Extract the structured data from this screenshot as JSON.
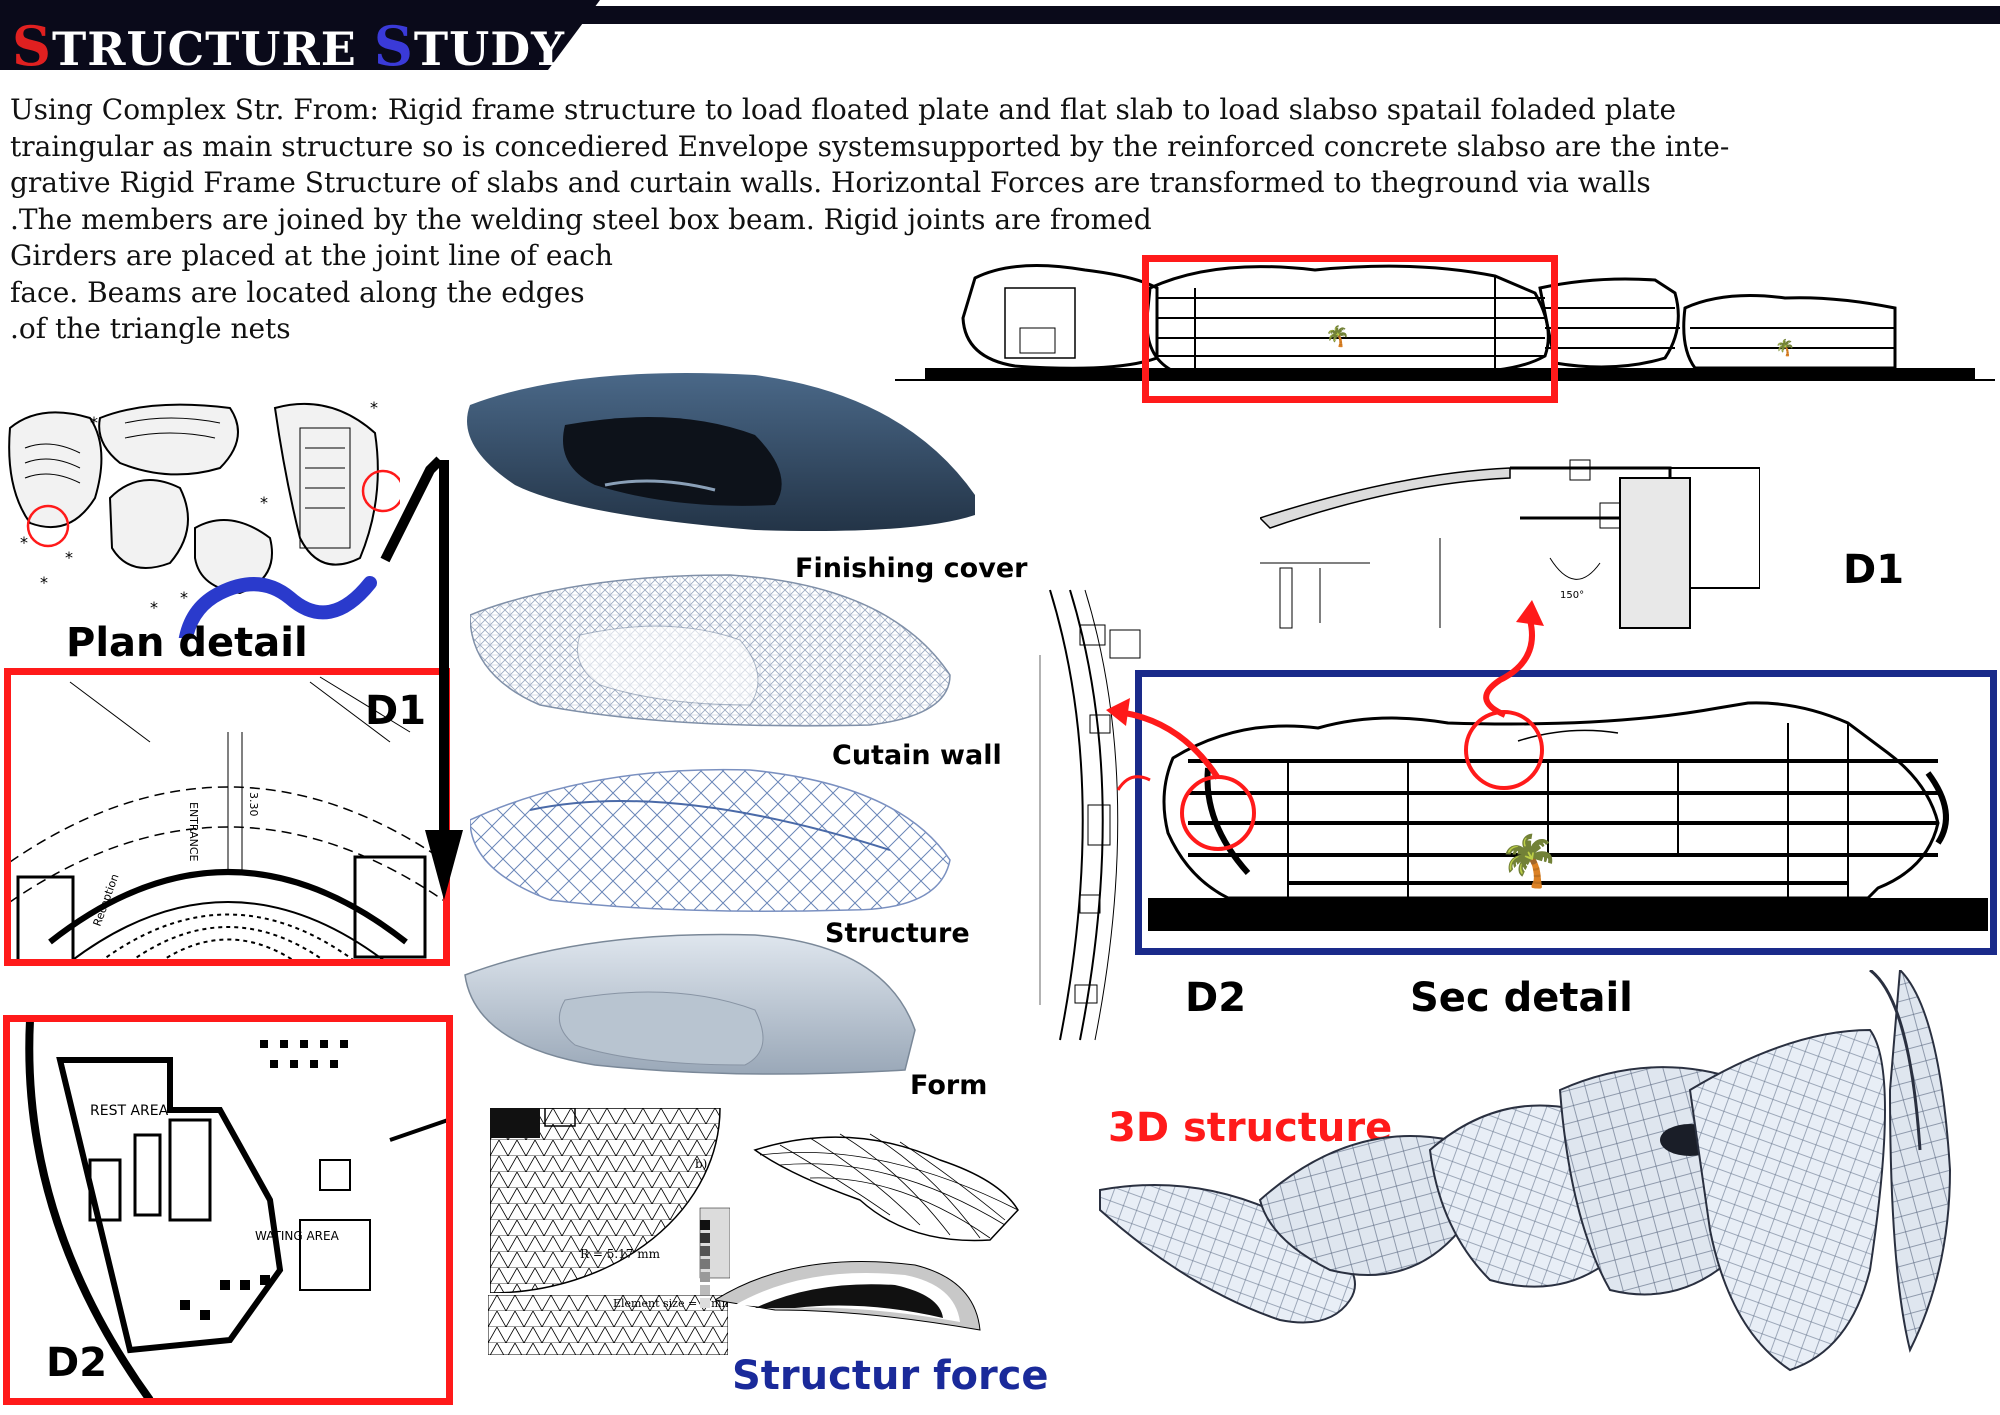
{
  "banner": {
    "title_cap1": "S",
    "title_mid1": "TRUCTURE ",
    "title_cap2": "S",
    "title_mid2": "TUDY"
  },
  "description": {
    "lines": [
      "Using Complex Str. From: Rigid frame structure to load floated plate and flat slab to load slabso spatail foladed plate",
      "traingular as main structure so is concediered Envelope systemsupported by the reinforced concrete slabso are the inte-",
      "grative Rigid Frame Structure of slabs and curtain walls. Horizontal Forces are transformed to theground via  walls",
      ".The members are joined by the welding steel box beam. Rigid joints are fromed"
    ],
    "short_lines": [
      "Girders are placed at the joint line of each",
      "face. Beams are located along the edges",
      ".of the triangle nets"
    ]
  },
  "labels": {
    "plan_detail": "Plan detail",
    "d1_plan": "D1",
    "d2_plan": "D2",
    "finishing_cover": "Finishing cover",
    "curtain_wall": "Cutain wall",
    "structure": "Structure",
    "form": "Form",
    "d1_section": "D1",
    "d2_section": "D2",
    "sec_detail": "Sec detail",
    "structure_3d": "3D structure",
    "structur_force": "Structur force"
  },
  "drawing_text": {
    "rest_area": "REST AREA",
    "waiting_area": "WATING AREA",
    "entrance": "ENTRANCE",
    "reception": "Reception",
    "dim_330": "3.30",
    "fea_r": "R = 5.17 mm",
    "fea_elem": "Element size = 1 mm",
    "fea_b": "b)",
    "angle": "150°"
  },
  "colors": {
    "banner_bg": "#0a0a1a",
    "red_accent": "#ff1a1a",
    "blue_frame": "#1a2a8a",
    "blue_text": "#1a2a9a",
    "form_blue": "#3e5a78"
  }
}
